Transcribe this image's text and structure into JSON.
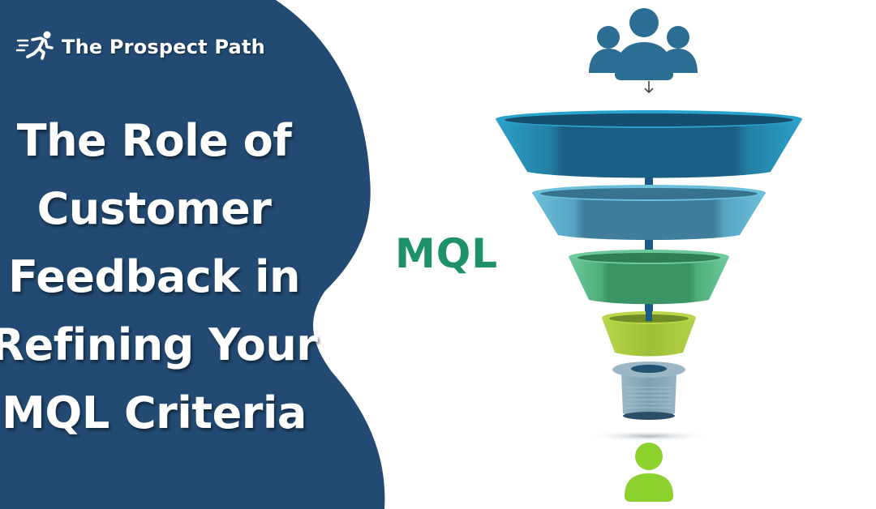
{
  "brand": {
    "name": "The Prospect Path",
    "icon": "running-person-icon"
  },
  "headline": {
    "lines": [
      "The Role of",
      "Customer",
      "Feedback in",
      "Refining Your",
      "MQL Criteria"
    ]
  },
  "illustration": {
    "label": "MQL",
    "top_icon": "group-of-people-icon",
    "bottom_icon": "single-person-icon",
    "stages": [
      {
        "name": "stage-1",
        "color": "#1d6a8e"
      },
      {
        "name": "stage-2",
        "color": "#3f85a8"
      },
      {
        "name": "stage-3",
        "color": "#3d9a6c"
      },
      {
        "name": "stage-4",
        "color": "#9fc23a"
      },
      {
        "name": "stage-5",
        "color": "#7fa1b4"
      }
    ]
  },
  "colors": {
    "panel": "#224a72",
    "mql": "#1f9169",
    "person_top": "#2c6e93",
    "person_bottom": "#8dd12f"
  }
}
